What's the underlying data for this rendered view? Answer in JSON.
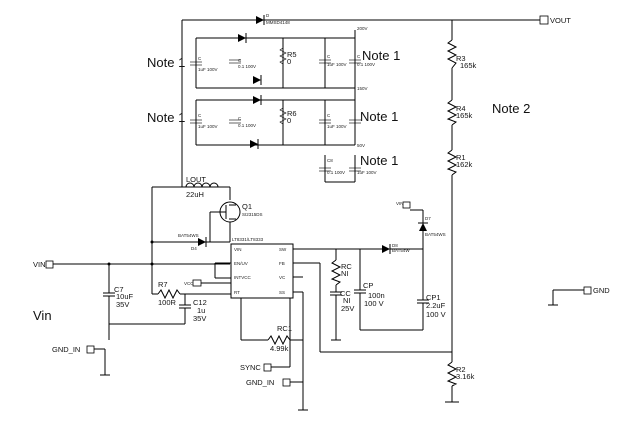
{
  "notes": {
    "note1_a": "Note 1",
    "note1_b": "Note 1",
    "note1_c": "Note 1",
    "note1_d": "Note 1",
    "note1_e": "Note 1",
    "note2": "Note 2"
  },
  "ports": {
    "vout": "VOUT",
    "vin": "VIN",
    "gnd": "GND",
    "gnd_in1": "GND_IN",
    "gnd_in2": "GND_IN",
    "sync": "SYNC",
    "vcc": "VCC",
    "vin_small": "VIN"
  },
  "labels": {
    "vin_big": "Vin"
  },
  "components": {
    "lout_ref": "LOUT",
    "lout_val": "22uH",
    "c7_ref": "C7",
    "c7_val1": "10uF",
    "c7_val2": "35V",
    "r7_ref": "R7",
    "r7_val": "100R",
    "c12_ref": "C12",
    "c12_val1": "1u",
    "c12_val2": "35V",
    "rc1_ref": "RC1",
    "rc1_val": "4.99k",
    "rc_ref": "RC",
    "rc_val": "NI",
    "cc_ref": "CC",
    "cc_val1": "NI",
    "cc_val2": "25V",
    "cp_ref": "CP",
    "cp_val1": "100n",
    "cp_val2": "100 V",
    "cp1_ref": "CP1",
    "cp1_val1": "2.2uF",
    "cp1_val2": "100 V",
    "r3_ref": "R3",
    "r3_val": "165k",
    "r4_ref": "R4",
    "r4_val": "165k",
    "r1_ref": "R1",
    "r1_val": "162k",
    "r2_ref": "R2",
    "r2_val": "3.16k",
    "r5_ref": "R5",
    "r5_val": "0",
    "r6_ref": "R6",
    "r6_val": "0",
    "ic_name": "LT8331/LT8333",
    "ic_pin_vin": "VIN",
    "ic_pin_en": "EN/UV",
    "ic_pin_intvcc": "INTVCC",
    "ic_pin_rt": "RT",
    "ic_pin_sw": "SW",
    "ic_pin_fb": "FB",
    "ic_pin_vc": "VC",
    "ic_pin_ss": "SS",
    "q1_label": "Q1",
    "q1_part": "SI2315DS",
    "d_label": "D8",
    "d_part": "BAT54W"
  }
}
